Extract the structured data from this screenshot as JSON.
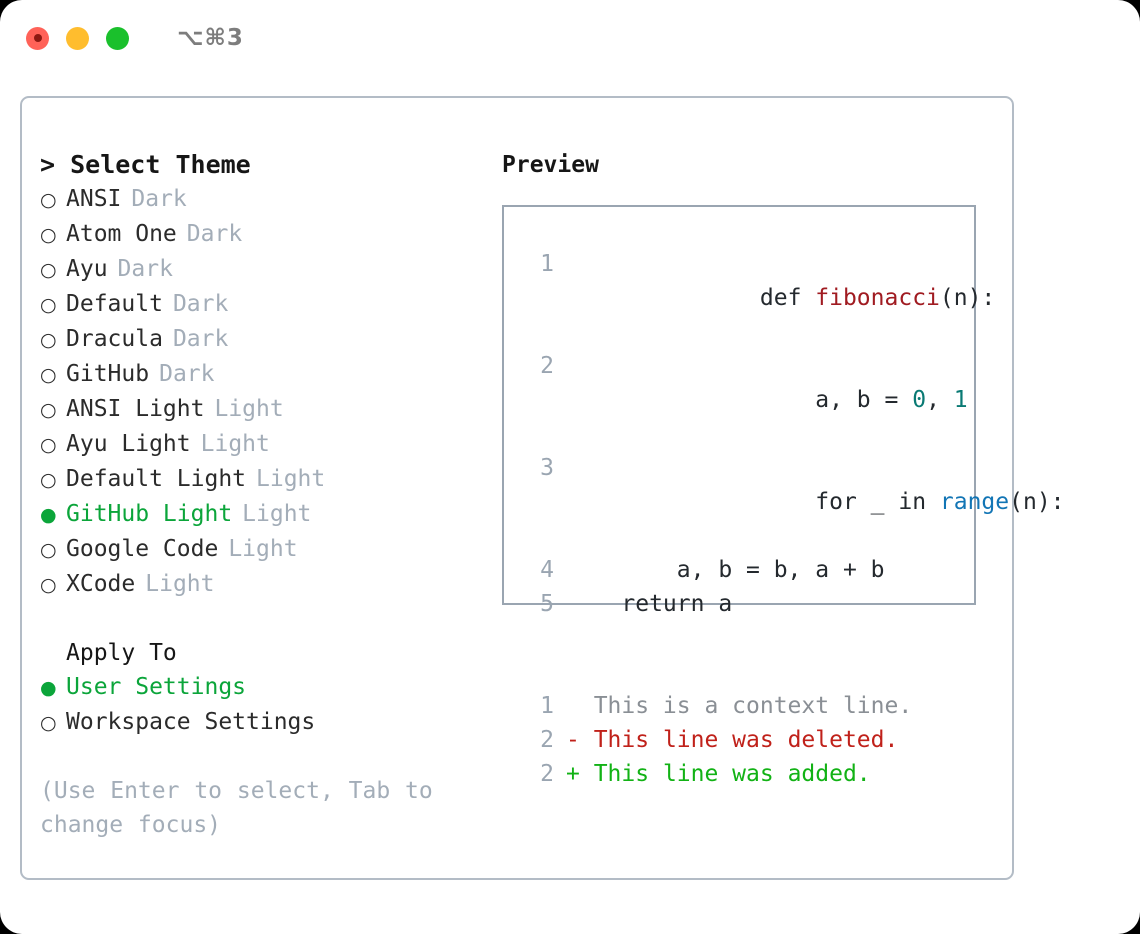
{
  "titlebar": {
    "shortcut": "⌥⌘3",
    "traffic_lights": [
      "close-red",
      "minimize-yellow",
      "zoom-green"
    ]
  },
  "theme_picker": {
    "heading": "> Select Theme",
    "items": [
      {
        "bullet": "○",
        "name": "ANSI",
        "variant": "Dark",
        "selected": false
      },
      {
        "bullet": "○",
        "name": "Atom One",
        "variant": "Dark",
        "selected": false
      },
      {
        "bullet": "○",
        "name": "Ayu",
        "variant": "Dark",
        "selected": false
      },
      {
        "bullet": "○",
        "name": "Default",
        "variant": "Dark",
        "selected": false
      },
      {
        "bullet": "○",
        "name": "Dracula",
        "variant": "Dark",
        "selected": false
      },
      {
        "bullet": "○",
        "name": "GitHub",
        "variant": "Dark",
        "selected": false
      },
      {
        "bullet": "○",
        "name": "ANSI Light",
        "variant": "Light",
        "selected": false
      },
      {
        "bullet": "○",
        "name": "Ayu Light",
        "variant": "Light",
        "selected": false
      },
      {
        "bullet": "○",
        "name": "Default Light",
        "variant": "Light",
        "selected": false
      },
      {
        "bullet": "●",
        "name": "GitHub Light",
        "variant": "Light",
        "selected": true
      },
      {
        "bullet": "○",
        "name": "Google Code",
        "variant": "Light",
        "selected": false
      },
      {
        "bullet": "○",
        "name": "XCode",
        "variant": "Light",
        "selected": false
      }
    ]
  },
  "apply_to": {
    "heading": "Apply To",
    "items": [
      {
        "bullet": "●",
        "label": "User Settings",
        "selected": true
      },
      {
        "bullet": "○",
        "label": "Workspace Settings",
        "selected": false
      }
    ]
  },
  "hint": "(Use Enter to select, Tab to change focus)",
  "preview": {
    "title": "Preview",
    "code_lines": [
      {
        "no": "1",
        "tokens": [
          {
            "t": "def ",
            "c": "kw"
          },
          {
            "t": "fibonacci",
            "c": "fn"
          },
          {
            "t": "(n):",
            "c": "plain"
          }
        ]
      },
      {
        "no": "2",
        "tokens": [
          {
            "t": "    a, b = ",
            "c": "plain"
          },
          {
            "t": "0",
            "c": "num"
          },
          {
            "t": ", ",
            "c": "plain"
          },
          {
            "t": "1",
            "c": "num"
          }
        ]
      },
      {
        "no": "3",
        "tokens": [
          {
            "t": "    for _ in ",
            "c": "plain"
          },
          {
            "t": "range",
            "c": "builtin"
          },
          {
            "t": "(n):",
            "c": "plain"
          }
        ]
      },
      {
        "no": "4",
        "tokens": [
          {
            "t": "        a, b = b, a + b",
            "c": "plain"
          }
        ]
      },
      {
        "no": "5",
        "tokens": [
          {
            "t": "    return a",
            "c": "plain"
          }
        ]
      }
    ],
    "diff_lines": [
      {
        "no": "1",
        "marker": " ",
        "text": "  This is a context line.",
        "kind": "context"
      },
      {
        "no": "2",
        "marker": "-",
        "text": " This line was deleted.",
        "kind": "deleted"
      },
      {
        "no": "2",
        "marker": "+",
        "text": " This line was added.",
        "kind": "added"
      }
    ]
  },
  "colors": {
    "accent_green": "#0ba53a",
    "diff_add": "#12b215",
    "diff_del": "#c0211a",
    "muted": "#a3adb8",
    "border": "#b3bcc6",
    "code_border": "#9aa5b1",
    "fn_red": "#a01b21",
    "num_teal": "#0a7a74",
    "builtin_blue": "#1275b5"
  }
}
